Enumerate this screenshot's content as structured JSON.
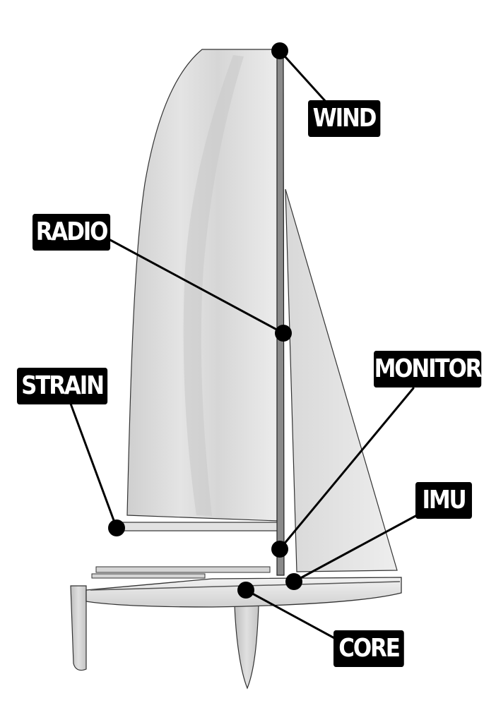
{
  "labels": {
    "wind": "WIND",
    "radio": "RADIO",
    "strain": "STRAIN",
    "monitor": "MONITOR",
    "imu": "IMU",
    "core": "CORE"
  },
  "colors": {
    "label_bg": "#000000",
    "label_text": "#ffffff",
    "sail": "#dedede",
    "hull": "#e6e6e6",
    "outline": "#222222"
  }
}
